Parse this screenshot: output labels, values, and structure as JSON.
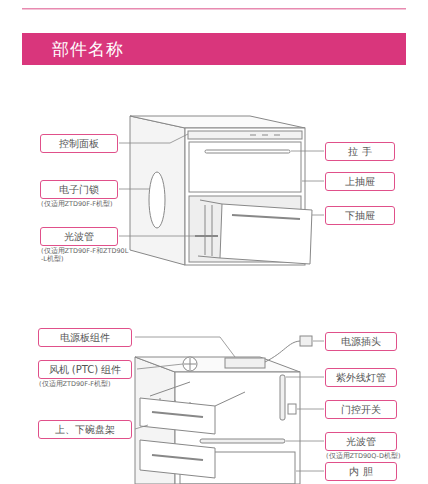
{
  "diagram": {
    "title": "部件名称",
    "nodes": [
      {
        "text": [
          "控制面板"
        ]
      },
      {
        "text": [
          "电子门锁",
          "(仅适用ZTD90F-F机型)"
        ]
      },
      {
        "text": [
          "光波管",
          "(仅适用ZTD90F-F和ZTD90L-L机型)"
        ]
      },
      {
        "text": [
          "拉 手"
        ]
      },
      {
        "text": [
          "上抽屉"
        ]
      },
      {
        "text": [
          "下抽屉"
        ]
      },
      {
        "text": [
          "电源板组件"
        ]
      },
      {
        "text": [
          "风机 (PTC) 组件",
          "(仅适用ZTD90F-F机型)"
        ]
      },
      {
        "text": [
          "上、下碗盘架"
        ]
      },
      {
        "text": [
          "电源插头"
        ]
      },
      {
        "text": [
          "紫外线灯管"
        ]
      },
      {
        "text": [
          "门控开关"
        ]
      },
      {
        "text": [
          "光波管",
          "(仅适用ZTD90Q-D机型)"
        ]
      },
      {
        "text": [
          "内 胆"
        ]
      }
    ]
  }
}
